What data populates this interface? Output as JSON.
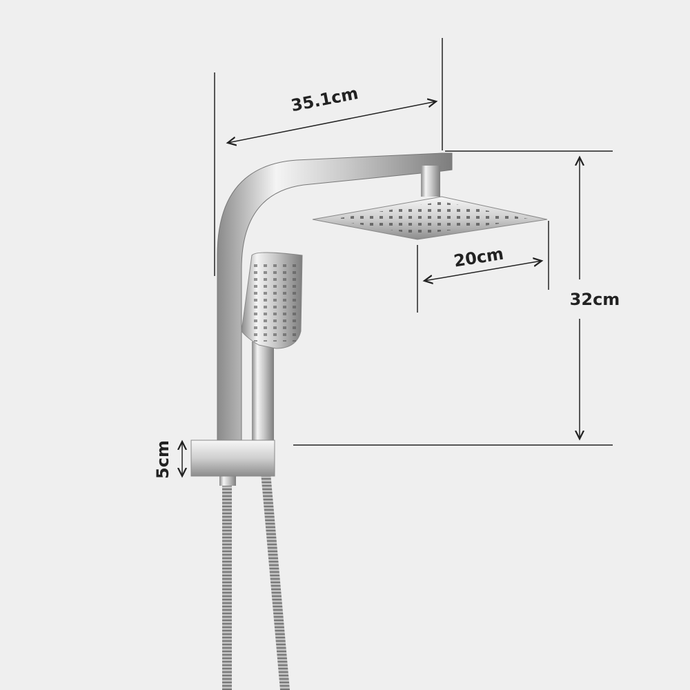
{
  "dimensions": {
    "arm_length": "35.1cm",
    "head_width": "20cm",
    "height": "32cm",
    "bracket_height": "5cm"
  },
  "colors": {
    "background": "#efefef",
    "lines": "#222222",
    "chrome": "#c8c8c8"
  }
}
